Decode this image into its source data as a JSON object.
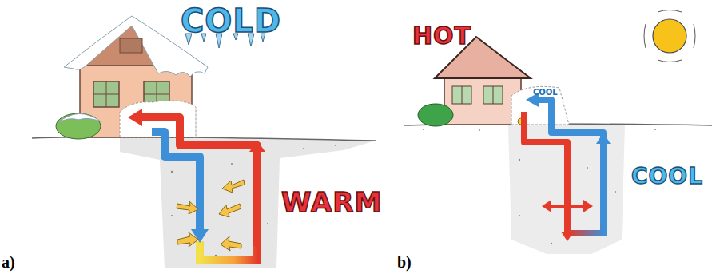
{
  "diagram": {
    "labels": [
      "COLD",
      "WARM",
      "a)",
      "HOT",
      "COOL",
      "COOL",
      "b)"
    ]
  }
}
